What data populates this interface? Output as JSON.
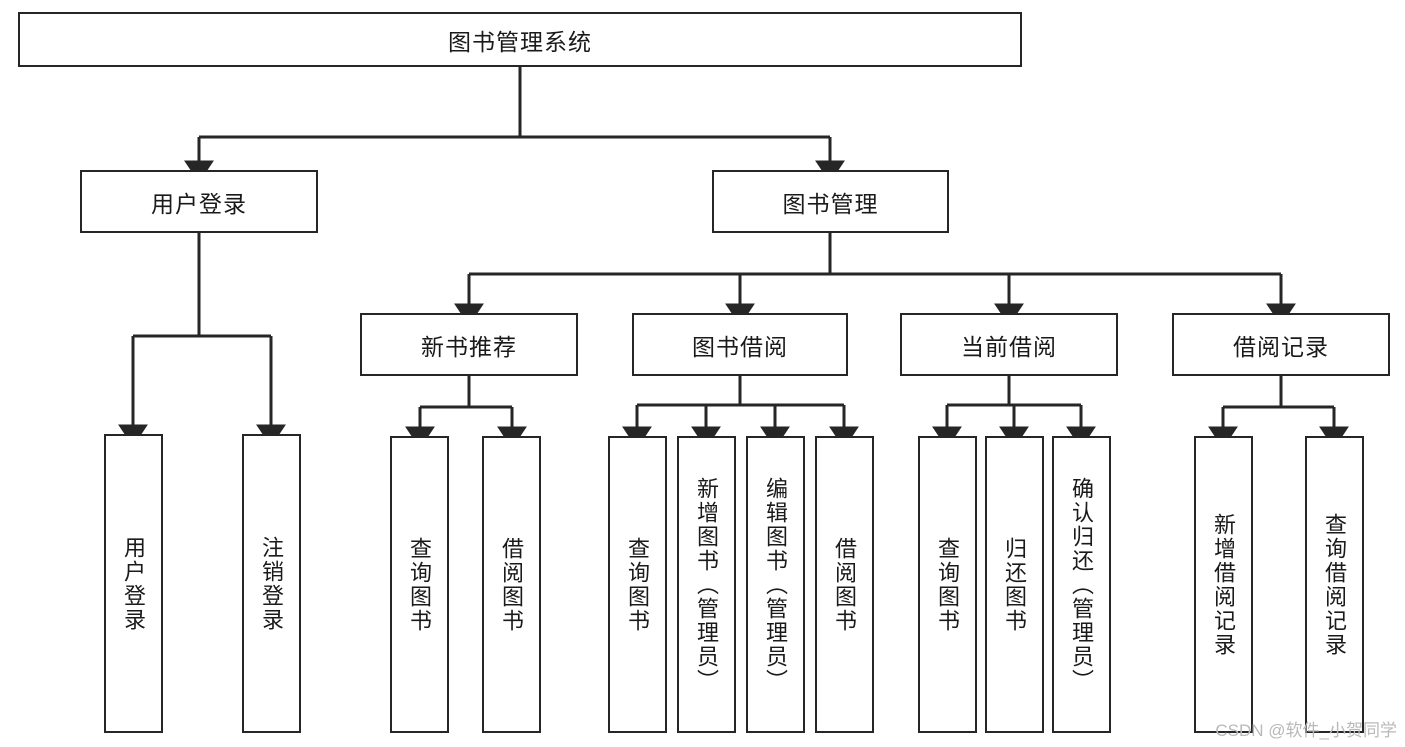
{
  "diagram": {
    "title": "图书管理系统",
    "type": "hierarchy-tree",
    "watermark": "CSDN @软件_小贺同学",
    "levels": {
      "root": {
        "label": "图书管理系统"
      },
      "level1": [
        {
          "id": "user-login",
          "label": "用户登录"
        },
        {
          "id": "book-management",
          "label": "图书管理"
        }
      ],
      "level2": [
        {
          "id": "new-book-recommend",
          "label": "新书推荐",
          "parent": "book-management"
        },
        {
          "id": "book-borrow",
          "label": "图书借阅",
          "parent": "book-management"
        },
        {
          "id": "current-borrow",
          "label": "当前借阅",
          "parent": "book-management"
        },
        {
          "id": "borrow-record",
          "label": "借阅记录",
          "parent": "book-management"
        }
      ],
      "leaves": {
        "user_login": [
          {
            "id": "leaf-user-login",
            "label": "用户登录"
          },
          {
            "id": "leaf-logout-login",
            "label": "注销登录"
          }
        ],
        "new_book_recommend": [
          {
            "id": "leaf-query-book-1",
            "label": "查询图书"
          },
          {
            "id": "leaf-borrow-book-1",
            "label": "借阅图书"
          }
        ],
        "book_borrow": [
          {
            "id": "leaf-query-book-2",
            "label": "查询图书"
          },
          {
            "id": "leaf-add-book",
            "label": "新增图书（管理员）"
          },
          {
            "id": "leaf-edit-book",
            "label": "编辑图书（管理员）"
          },
          {
            "id": "leaf-borrow-book-2",
            "label": "借阅图书"
          }
        ],
        "current_borrow": [
          {
            "id": "leaf-query-book-3",
            "label": "查询图书"
          },
          {
            "id": "leaf-return-book",
            "label": "归还图书"
          },
          {
            "id": "leaf-confirm-return",
            "label": "确认归还（管理员）"
          }
        ],
        "borrow_record": [
          {
            "id": "leaf-add-record",
            "label": "新增借阅记录"
          },
          {
            "id": "leaf-query-record",
            "label": "查询借阅记录"
          }
        ]
      }
    },
    "colors": {
      "stroke": "#262626",
      "fill": "#ffffff",
      "text": "#1a1a1a",
      "watermark": "#b9b9b9"
    }
  }
}
